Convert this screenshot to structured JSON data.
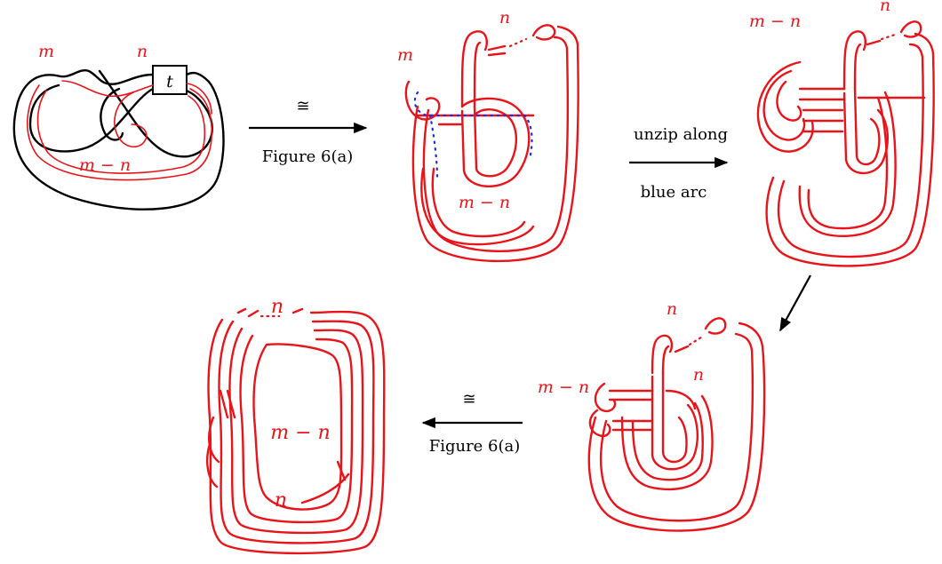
{
  "figure": {
    "panel1": {
      "label_m": "m",
      "label_n": "n",
      "label_mn": "m − n",
      "box_label": "t"
    },
    "arrow1": {
      "symbol": "≅",
      "caption": "Figure 6(a)"
    },
    "panel2": {
      "label_m": "m",
      "label_n": "n",
      "label_mn": "m − n"
    },
    "arrow2": {
      "line1": "unzip along",
      "line2": "blue arc"
    },
    "panel3": {
      "label_mn": "m − n",
      "label_n": "n"
    },
    "panel4": {
      "label_n_top": "n",
      "label_mn": "m − n",
      "label_n_mid": "n"
    },
    "arrow4": {
      "symbol": "≅",
      "caption": "Figure 6(a)"
    },
    "panel5": {
      "label_n_top": "n",
      "label_mn": "m − n",
      "label_n_bottom": "n"
    }
  }
}
